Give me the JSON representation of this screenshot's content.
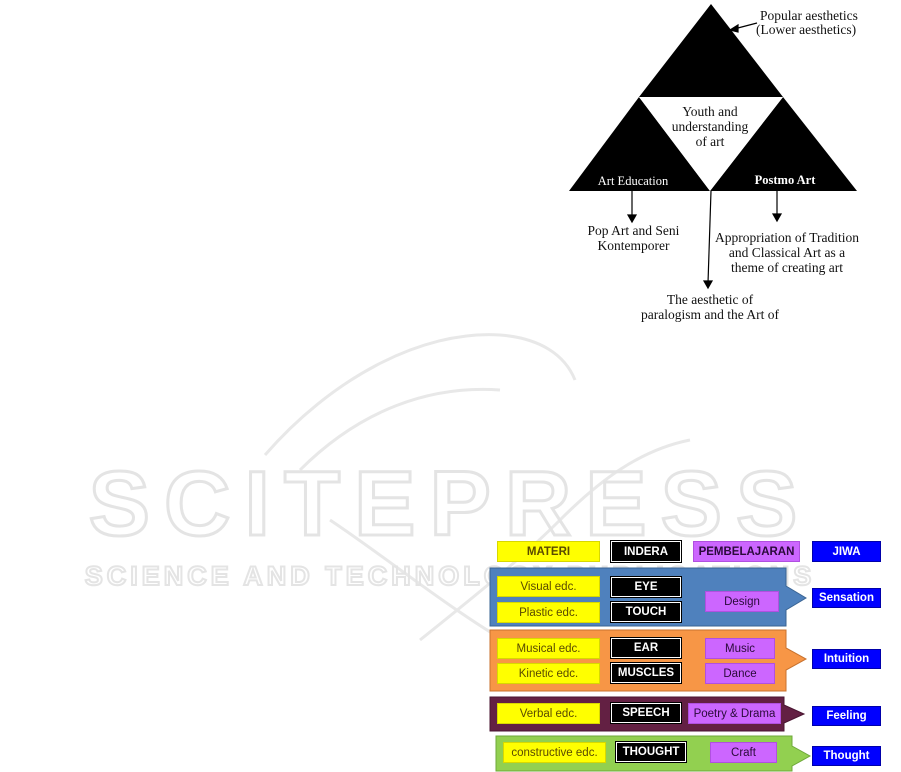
{
  "triangle": {
    "top_note": [
      "Popular aesthetics",
      "(Lower aesthetics)"
    ],
    "center": [
      "Youth and",
      "understanding",
      "of art"
    ],
    "left_corner": "Art Education",
    "right_corner": "Postmo Art",
    "left_out": [
      "Pop Art and Seni",
      "Kontemporer"
    ],
    "right_out": [
      "Appropriation of Tradition",
      "and Classical Art as a",
      "theme of creating art"
    ],
    "bottom_out": [
      "The aesthetic of",
      "paralogism and the Art of"
    ]
  },
  "table": {
    "headers": {
      "materi": "MATERI",
      "indera": "INDERA",
      "pembelajaran": "PEMBELAJARAN",
      "jiwa": "JIWA"
    },
    "rows": [
      {
        "materi": [
          "Visual edc.",
          "Plastic edc."
        ],
        "indera": [
          "EYE",
          "TOUCH"
        ],
        "pembelajaran": [
          "Design"
        ],
        "jiwa": "Sensation",
        "color": "#4f81bd"
      },
      {
        "materi": [
          "Musical edc.",
          "Kinetic edc."
        ],
        "indera": [
          "EAR",
          "MUSCLES"
        ],
        "pembelajaran": [
          "Music",
          "Dance"
        ],
        "jiwa": "Intuition",
        "color": "#f79646"
      },
      {
        "materi": [
          "Verbal edc."
        ],
        "indera": [
          "SPEECH"
        ],
        "pembelajaran": [
          "Poetry & Drama"
        ],
        "jiwa": "Feeling",
        "color": "#632043"
      },
      {
        "materi": [
          "constructive edc."
        ],
        "indera": [
          "THOUGHT"
        ],
        "pembelajaran": [
          "Craft"
        ],
        "jiwa": "Thought",
        "color": "#92d050"
      }
    ]
  },
  "watermark": {
    "main": "SCITEPRESS",
    "sub": "SCIENCE AND TECHNOLOGY PUBLICATIONS"
  }
}
